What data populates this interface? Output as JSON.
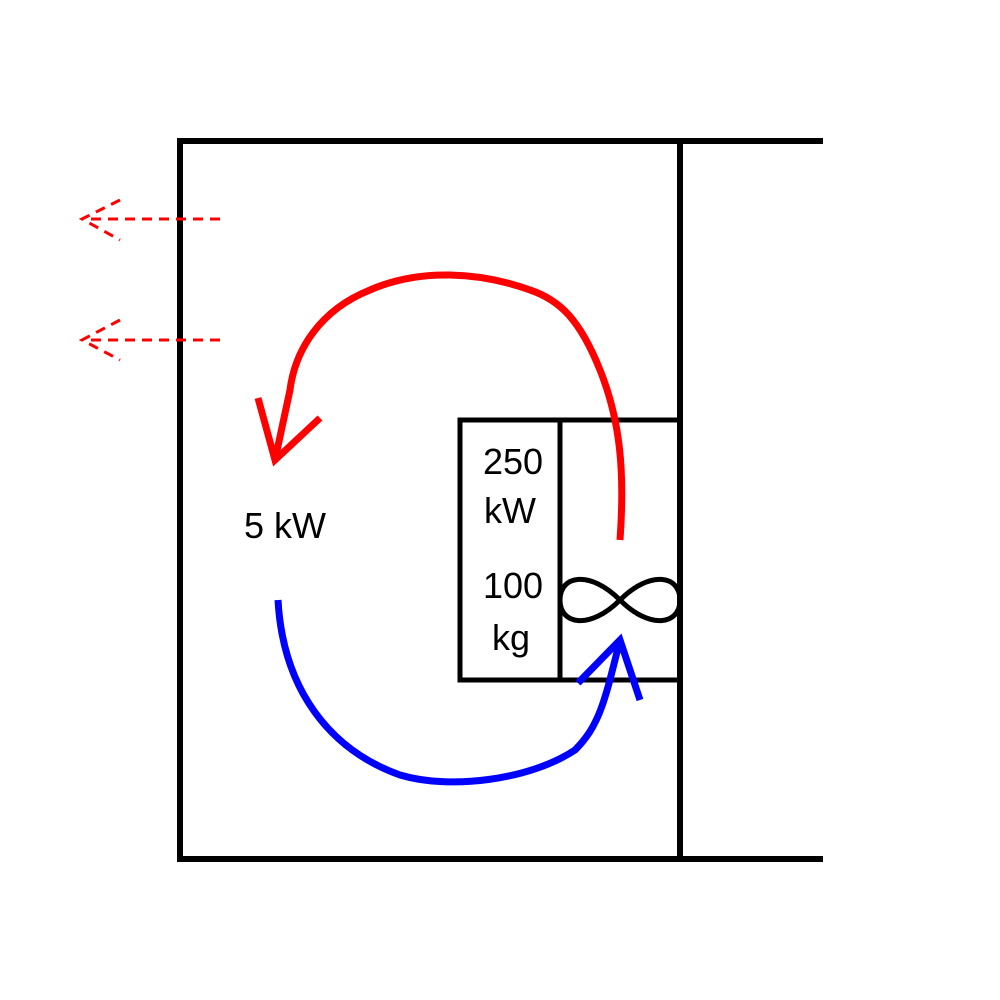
{
  "colors": {
    "outline": "#000000",
    "hot_air": "#ff0000",
    "cold_air": "#0000ff",
    "heat_loss": "#ff0000",
    "background": "#ffffff"
  },
  "labels": {
    "room_heat_load": "5 kW",
    "unit_power_value": "250",
    "unit_power_unit": "kW",
    "unit_mass_value": "100",
    "unit_mass_unit": "kg"
  },
  "icons": {
    "fan": "fan-icon"
  }
}
